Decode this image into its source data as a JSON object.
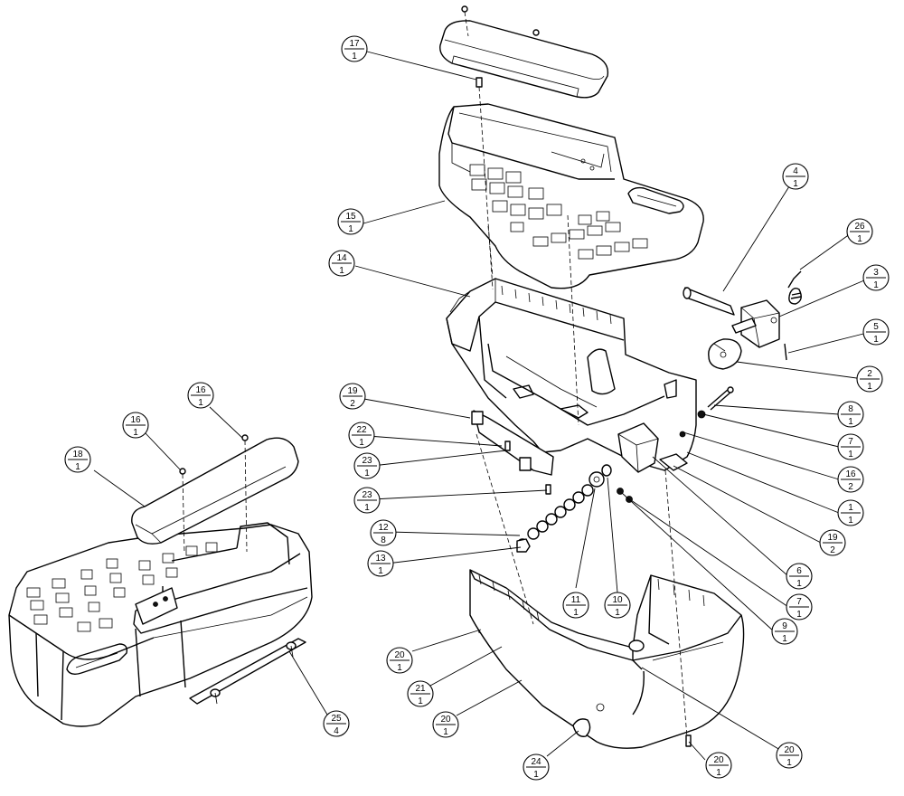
{
  "callouts": [
    {
      "item": "17",
      "qty": "1"
    },
    {
      "item": "15",
      "qty": "1"
    },
    {
      "item": "14",
      "qty": "1"
    },
    {
      "item": "4",
      "qty": "1"
    },
    {
      "item": "26",
      "qty": "1"
    },
    {
      "item": "3",
      "qty": "1"
    },
    {
      "item": "5",
      "qty": "1"
    },
    {
      "item": "2",
      "qty": "1"
    },
    {
      "item": "19",
      "qty": "2"
    },
    {
      "item": "22",
      "qty": "1"
    },
    {
      "item": "23",
      "qty": "1"
    },
    {
      "item": "23",
      "qty": "1"
    },
    {
      "item": "12",
      "qty": "8"
    },
    {
      "item": "13",
      "qty": "1"
    },
    {
      "item": "8",
      "qty": "1"
    },
    {
      "item": "7",
      "qty": "1"
    },
    {
      "item": "16",
      "qty": "2"
    },
    {
      "item": "1",
      "qty": "1"
    },
    {
      "item": "19",
      "qty": "2"
    },
    {
      "item": "6",
      "qty": "1"
    },
    {
      "item": "7",
      "qty": "1"
    },
    {
      "item": "9",
      "qty": "1"
    },
    {
      "item": "11",
      "qty": "1"
    },
    {
      "item": "10",
      "qty": "1"
    },
    {
      "item": "20",
      "qty": "1"
    },
    {
      "item": "21",
      "qty": "1"
    },
    {
      "item": "20",
      "qty": "1"
    },
    {
      "item": "24",
      "qty": "1"
    },
    {
      "item": "20",
      "qty": "1"
    },
    {
      "item": "20",
      "qty": "1"
    },
    {
      "item": "16",
      "qty": "1"
    },
    {
      "item": "16",
      "qty": "1"
    },
    {
      "item": "18",
      "qty": "1"
    },
    {
      "item": "25",
      "qty": "4"
    }
  ]
}
